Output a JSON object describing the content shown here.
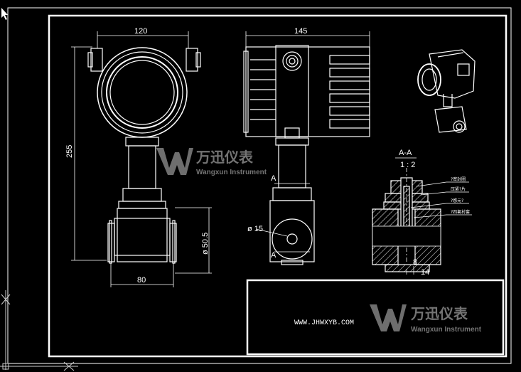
{
  "drawing": {
    "front_view": {
      "width_label": "120",
      "height_label": "255",
      "bottom_label": "80",
      "diameter_label": "ø 50.5"
    },
    "side_view": {
      "width_label": "145",
      "bore_label": "ø 15",
      "section_mark_top": "A",
      "section_mark_bottom": "A"
    },
    "section_view": {
      "title": "A-A",
      "scale": "1 : 2",
      "offset_label": "8",
      "width_label": "14",
      "callouts": [
        "?密封圈",
        "压紧?片",
        "?感元?",
        "?四氟衬套"
      ]
    },
    "title_block": {
      "url": "WWW.JHWXYB.COM",
      "brand_cn": "万迅仪表",
      "brand_en": "Wangxun Instrument"
    },
    "watermark": {
      "brand_cn": "万迅仪表",
      "brand_en": "Wangxun Instrument"
    }
  }
}
